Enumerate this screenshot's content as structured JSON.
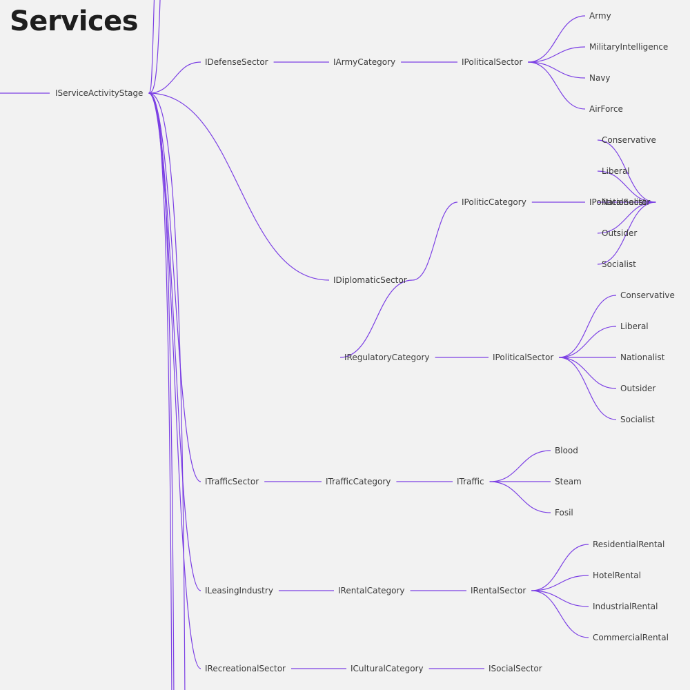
{
  "title": "Services",
  "colors": {
    "background": "#f2f2f2",
    "link": "#7b3fe4",
    "text": "#3a3a3a",
    "title": "#1e1e1e"
  },
  "tree": {
    "label": "IServiceActivityStage",
    "children": [
      {
        "label": "IDefenseSector",
        "children": [
          {
            "label": "IArmyCategory",
            "children": [
              {
                "label": "IPoliticalSector",
                "children": [
                  {
                    "label": "Army"
                  },
                  {
                    "label": "MilitaryIntelligence"
                  },
                  {
                    "label": "Navy"
                  },
                  {
                    "label": "AirForce"
                  }
                ]
              }
            ]
          }
        ]
      },
      {
        "label": "IDiplomaticSector",
        "children": [
          {
            "label": "IPoliticCategory",
            "children": [
              {
                "label": "IPoliticalSector",
                "children": [
                  {
                    "label": "Conservative"
                  },
                  {
                    "label": "Liberal"
                  },
                  {
                    "label": "Nationalist"
                  },
                  {
                    "label": "Outsider"
                  },
                  {
                    "label": "Socialist"
                  }
                ]
              }
            ]
          },
          {
            "label": "IRegulatoryCategory",
            "children": [
              {
                "label": "IPoliticalSector",
                "children": [
                  {
                    "label": "Conservative"
                  },
                  {
                    "label": "Liberal"
                  },
                  {
                    "label": "Nationalist"
                  },
                  {
                    "label": "Outsider"
                  },
                  {
                    "label": "Socialist"
                  }
                ]
              }
            ]
          }
        ]
      },
      {
        "label": "ITrafficSector",
        "children": [
          {
            "label": "ITrafficCategory",
            "children": [
              {
                "label": "ITraffic",
                "children": [
                  {
                    "label": "Blood"
                  },
                  {
                    "label": "Steam"
                  },
                  {
                    "label": "Fosil"
                  }
                ]
              }
            ]
          }
        ]
      },
      {
        "label": "ILeasingIndustry",
        "children": [
          {
            "label": "IRentalCategory",
            "children": [
              {
                "label": "IRentalSector",
                "children": [
                  {
                    "label": "ResidentialRental"
                  },
                  {
                    "label": "HotelRental"
                  },
                  {
                    "label": "IndustrialRental"
                  },
                  {
                    "label": "CommercialRental"
                  }
                ]
              }
            ]
          }
        ]
      },
      {
        "label": "IRecreationalSector",
        "children": [
          {
            "label": "ICulturalCategory",
            "children": [
              {
                "label": "ISocialSector"
              }
            ]
          }
        ]
      }
    ]
  }
}
